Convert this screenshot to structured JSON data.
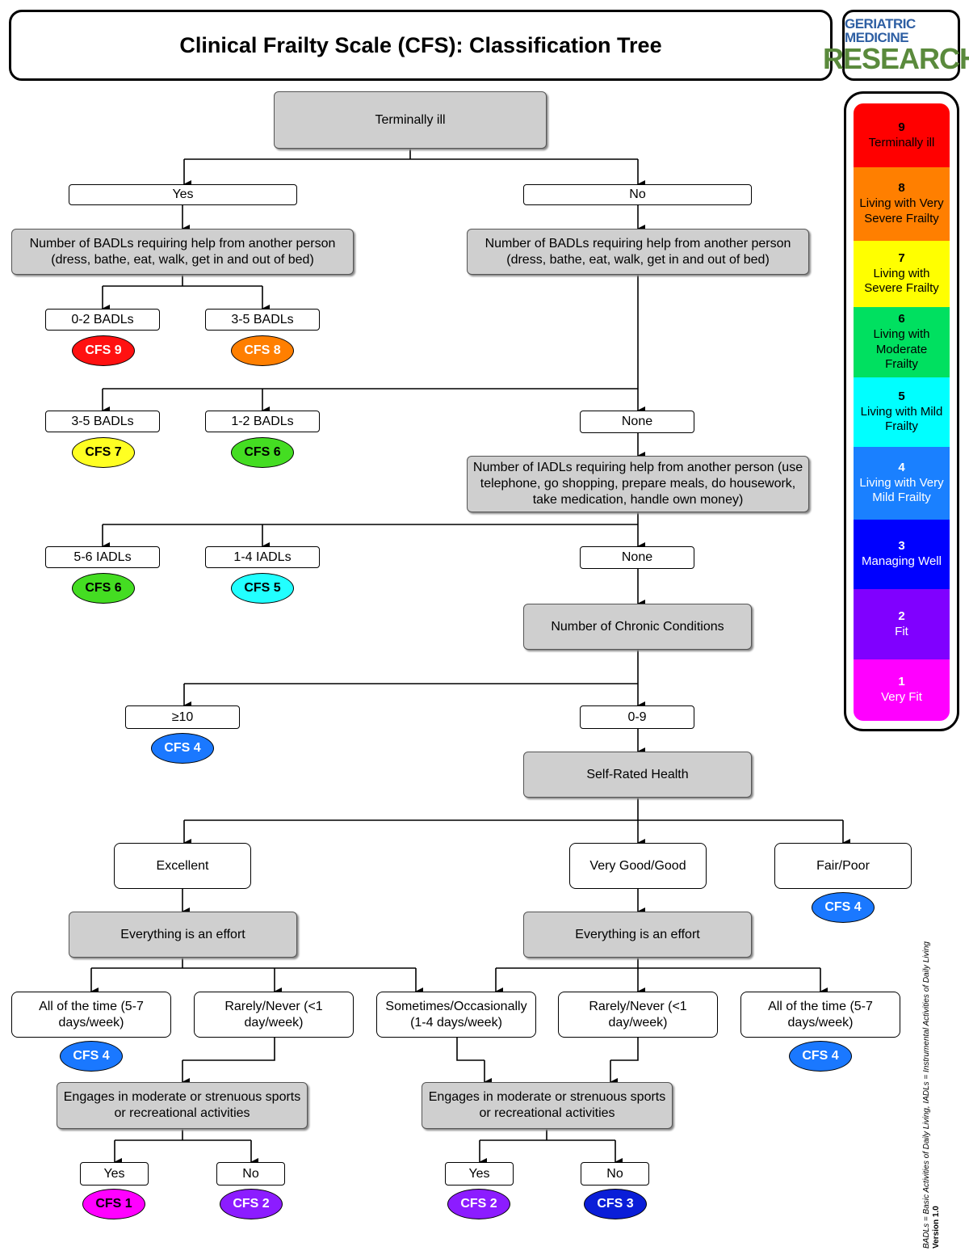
{
  "title": "Clinical Frailty Scale (CFS): Classification Tree",
  "logo": {
    "line1": "GERIATRIC MEDICINE",
    "line2": "RESEARCH"
  },
  "colors": {
    "cfs1": "#ff00ff",
    "cfs2": "#8c1cff",
    "cfs3": "#0000ff",
    "cfs4": "#1a78ff",
    "cfs5": "#22ffff",
    "cfs6": "#22dd22",
    "cfs7": "#ffff22",
    "cfs8": "#ff7f00",
    "cfs9": "#ff1111"
  },
  "legend": [
    {
      "num": "9",
      "label": "Terminally ill",
      "color": "#ff0000"
    },
    {
      "num": "8",
      "label": "Living with Very Severe Frailty",
      "color": "#ff7f00"
    },
    {
      "num": "7",
      "label": "Living with Severe Frailty",
      "color": "#ffff00"
    },
    {
      "num": "6",
      "label": "Living with Moderate Frailty",
      "color": "#00e060"
    },
    {
      "num": "5",
      "label": "Living with Mild Frailty",
      "color": "#00ffff"
    },
    {
      "num": "4",
      "label": "Living with Very Mild Frailty",
      "color": "#1a80ff"
    },
    {
      "num": "3",
      "label": "Managing Well",
      "color": "#0000ff"
    },
    {
      "num": "2",
      "label": "Fit",
      "color": "#8000ff"
    },
    {
      "num": "1",
      "label": "Very Fit",
      "color": "#ff00ff"
    }
  ],
  "nodes": {
    "terminally_ill": "Terminally ill",
    "yes": "Yes",
    "no": "No",
    "badl_left": "Number of BADLs requiring help from another person (dress, bathe, eat, walk, get in and out of bed)",
    "badl_right": "Number of BADLs requiring help from another person (dress, bathe, eat, walk, get in and out of bed)",
    "badl_0_2": "0-2 BADLs",
    "badl_3_5_top": "3-5 BADLs",
    "badl_3_5": "3-5 BADLs",
    "badl_1_2": "1-2 BADLs",
    "none1": "None",
    "iadl": "Number of IADLs requiring help from another person (use telephone, go shopping, prepare meals, do housework, take medication, handle own money)",
    "iadl_5_6": "5-6 IADLs",
    "iadl_1_4": "1-4 IADLs",
    "none2": "None",
    "chronic": "Number of Chronic Conditions",
    "cc_10": "≥10",
    "cc_0_9": "0-9",
    "srh": "Self-Rated Health",
    "excellent": "Excellent",
    "verygood": "Very Good/Good",
    "fairpoor": "Fair/Poor",
    "effort_left": "Everything is an effort",
    "effort_right": "Everything is an effort",
    "all_left": "All of the time (5-7 days/week)",
    "rarely_left": "Rarely/Never (<1 day/week)",
    "sometimes": "Sometimes/Occasionally (1-4 days/week)",
    "rarely_right": "Rarely/Never (<1 day/week)",
    "all_right": "All of the time (5-7 days/week)",
    "sports_left": "Engages in moderate or strenuous sports or recreational activities",
    "sports_right": "Engages in moderate or strenuous sports or recreational activities",
    "yes_l": "Yes",
    "no_l": "No",
    "yes_r": "Yes",
    "no_r": "No"
  },
  "outcomes": {
    "o_cfs9": "CFS 9",
    "o_cfs8": "CFS 8",
    "o_cfs7": "CFS 7",
    "o_cfs6a": "CFS 6",
    "o_cfs6b": "CFS 6",
    "o_cfs5": "CFS 5",
    "o_cfs4a": "CFS 4",
    "o_cfs4b": "CFS 4",
    "o_cfs4c": "CFS 4",
    "o_cfs4d": "CFS 4",
    "o_cfs1": "CFS 1",
    "o_cfs2a": "CFS 2",
    "o_cfs2b": "CFS 2",
    "o_cfs3": "CFS 3"
  },
  "footnote": {
    "abbrev": "BADLs = Basic Activities of Daily Living, IADLs = Instrumental Activities of Daily Living",
    "version": "Version 1.0"
  }
}
